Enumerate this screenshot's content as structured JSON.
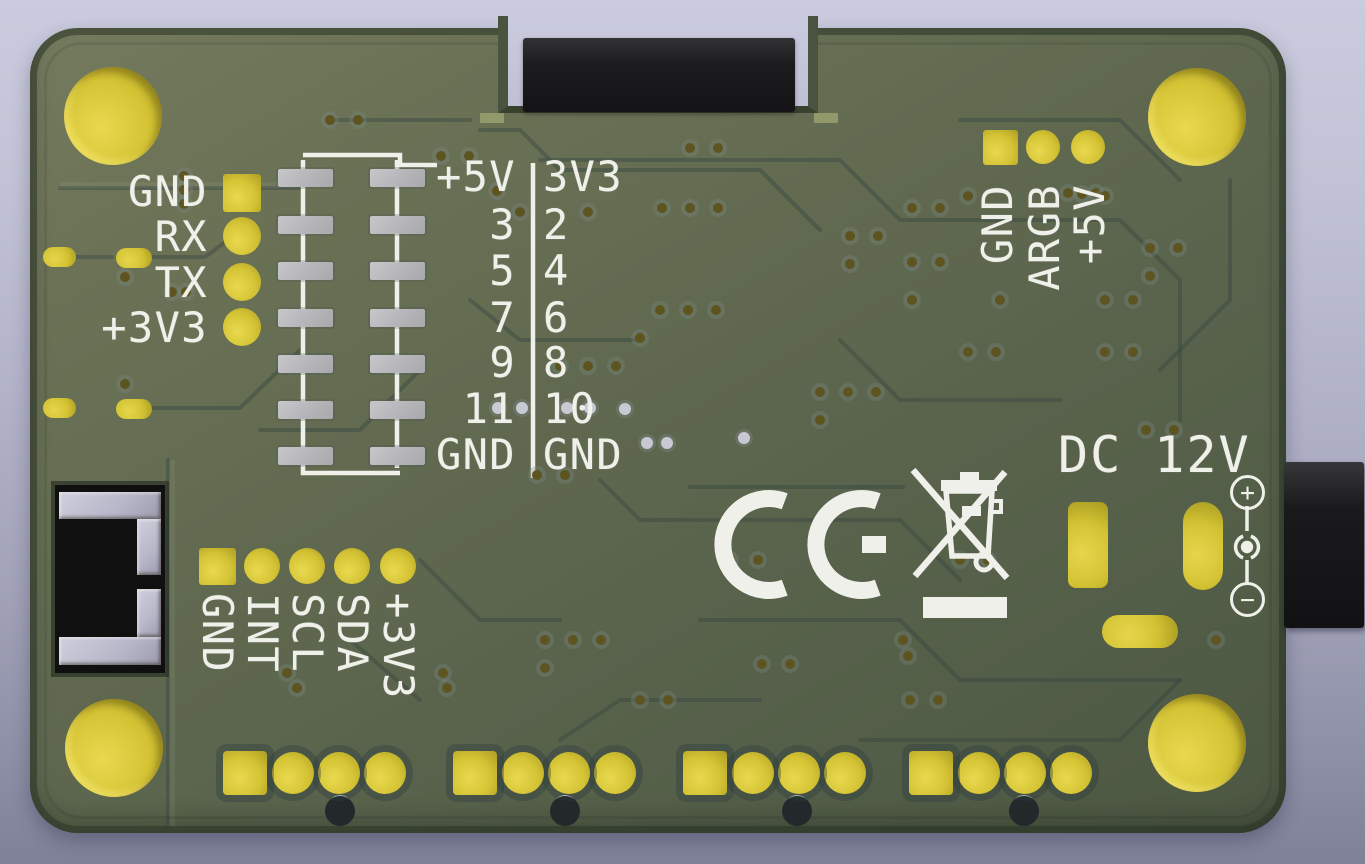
{
  "pcb": {
    "silkscreen": {
      "uart_labels": [
        "GND",
        "RX",
        "TX",
        "+3V3"
      ],
      "gpio_left": [
        "+5V",
        "3",
        "5",
        "7",
        "9",
        "11",
        "GND"
      ],
      "gpio_right": [
        "3V3",
        "2",
        "4",
        "6",
        "8",
        "10",
        "GND"
      ],
      "argb_labels": [
        "GND",
        "ARGB",
        "+5V"
      ],
      "i2c_labels": [
        "GND",
        "INT",
        "SCL",
        "SDA",
        "+3V3"
      ],
      "power_label": "DC 12V",
      "polarity_plus": "+",
      "polarity_minus": "−",
      "ce_mark": "CE",
      "weee_mark": "WEEE crossed-out wheeled bin"
    },
    "colors": {
      "background_top": "#cacbde",
      "background_bottom": "#7f8199",
      "board_face": "#5f684e",
      "board_edge": "#39412f",
      "silkscreen": "#f0f0ea",
      "pad_gold": "#d4c334",
      "hole_fill": "#c9cadc",
      "smd_pad": "#b4b4b8",
      "pin_bronze": "#d5b57c",
      "connector_black": "#1a1a1c"
    }
  }
}
